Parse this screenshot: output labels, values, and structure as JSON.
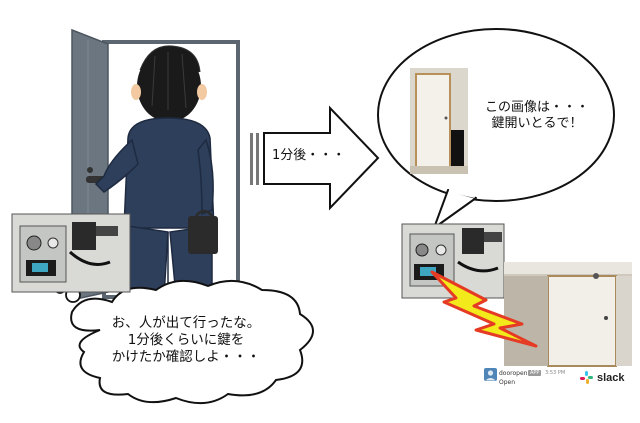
{
  "thought_bubble": {
    "line1": "お、人が出て行ったな。",
    "line2": "1分後くらいに鍵を",
    "line3": "かけたか確認しよ・・・"
  },
  "arrow": {
    "label": "1分後・・・"
  },
  "speech_bubble": {
    "line1": "この画像は・・・",
    "line2": "鍵開いとるで！"
  },
  "slack_notification": {
    "bot_name": "dooropen",
    "app_badge": "APP",
    "time": "3:53 PM",
    "message": "Open",
    "logo_text": "slack"
  },
  "colors": {
    "door_frame": "#5b6670",
    "suit": "#2e3f5c",
    "hair": "#1a1a1a",
    "bag": "#2b2b2b",
    "lightning_fill": "#f2ea1b",
    "lightning_stroke": "#e53b24"
  }
}
